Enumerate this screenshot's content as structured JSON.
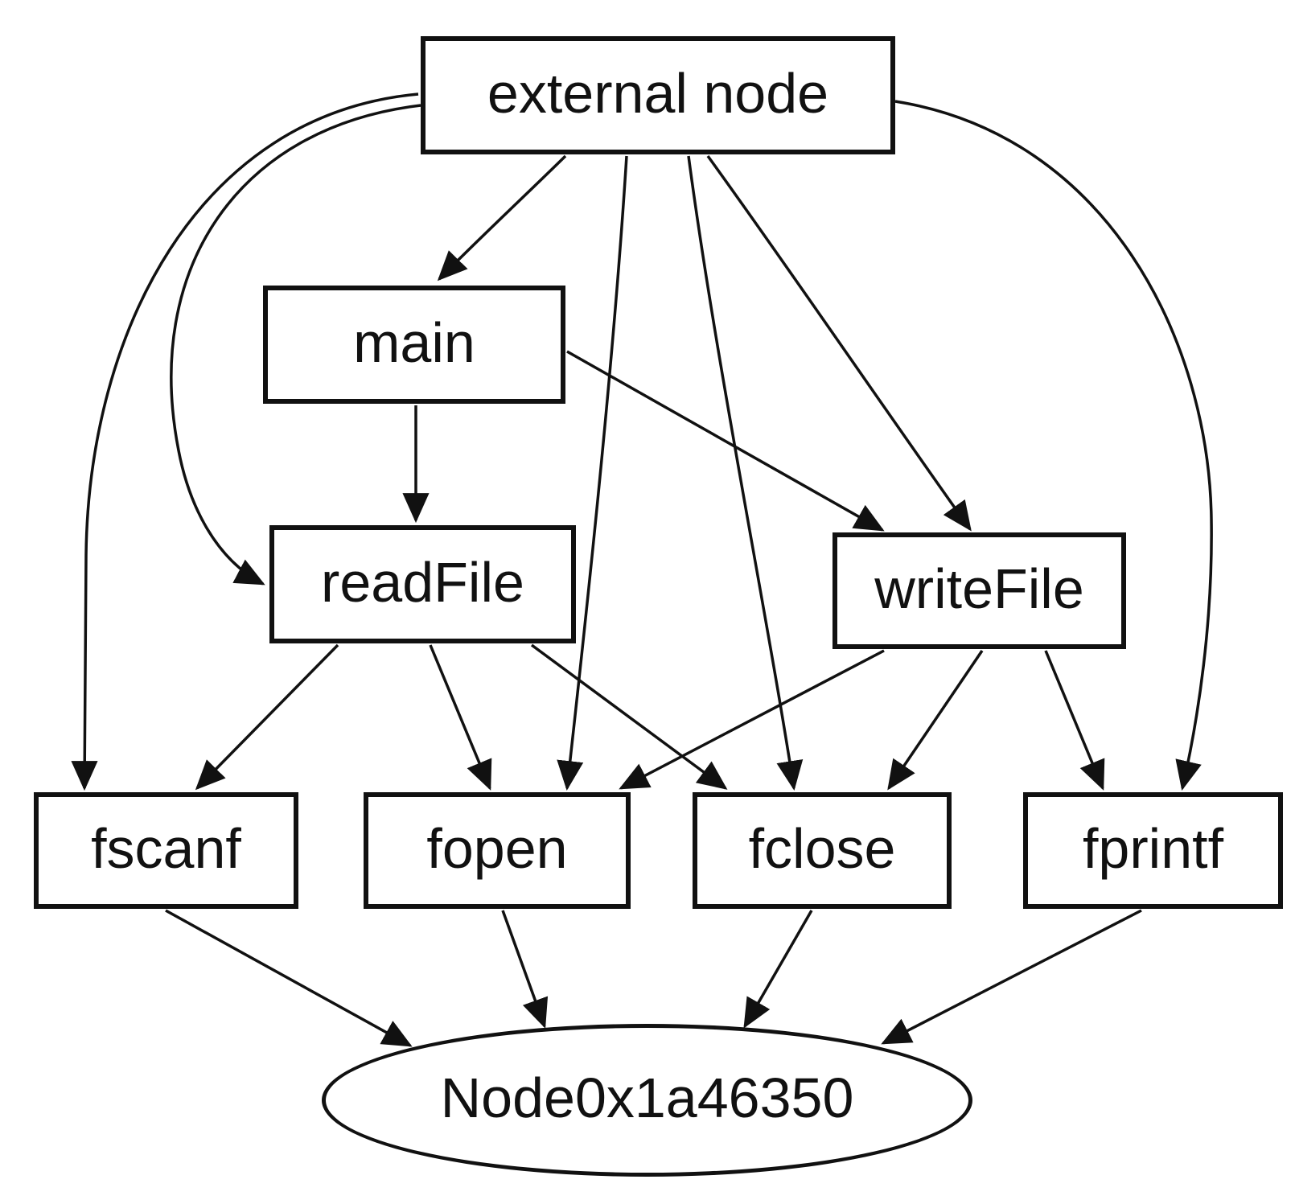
{
  "diagram": {
    "type": "directed-call-graph",
    "colors": {
      "stroke": "#111111",
      "node_fill": "#ffffff",
      "text": "#111111",
      "background": "#ffffff"
    },
    "nodes": [
      {
        "id": "external",
        "label": "external node",
        "shape": "box"
      },
      {
        "id": "main",
        "label": "main",
        "shape": "box"
      },
      {
        "id": "readFile",
        "label": "readFile",
        "shape": "box"
      },
      {
        "id": "writeFile",
        "label": "writeFile",
        "shape": "box"
      },
      {
        "id": "fscanf",
        "label": "fscanf",
        "shape": "box"
      },
      {
        "id": "fopen",
        "label": "fopen",
        "shape": "box"
      },
      {
        "id": "fclose",
        "label": "fclose",
        "shape": "box"
      },
      {
        "id": "fprintf",
        "label": "fprintf",
        "shape": "box"
      },
      {
        "id": "node0",
        "label": "Node0x1a46350",
        "shape": "ellipse"
      }
    ],
    "edges": [
      {
        "from": "external",
        "to": "main"
      },
      {
        "from": "external",
        "to": "readFile"
      },
      {
        "from": "external",
        "to": "writeFile"
      },
      {
        "from": "external",
        "to": "fscanf"
      },
      {
        "from": "external",
        "to": "fopen"
      },
      {
        "from": "external",
        "to": "fclose"
      },
      {
        "from": "external",
        "to": "fprintf"
      },
      {
        "from": "main",
        "to": "readFile"
      },
      {
        "from": "main",
        "to": "writeFile"
      },
      {
        "from": "readFile",
        "to": "fscanf"
      },
      {
        "from": "readFile",
        "to": "fopen"
      },
      {
        "from": "readFile",
        "to": "fclose"
      },
      {
        "from": "writeFile",
        "to": "fopen"
      },
      {
        "from": "writeFile",
        "to": "fclose"
      },
      {
        "from": "writeFile",
        "to": "fprintf"
      },
      {
        "from": "fscanf",
        "to": "node0"
      },
      {
        "from": "fopen",
        "to": "node0"
      },
      {
        "from": "fclose",
        "to": "node0"
      },
      {
        "from": "fprintf",
        "to": "node0"
      }
    ]
  }
}
